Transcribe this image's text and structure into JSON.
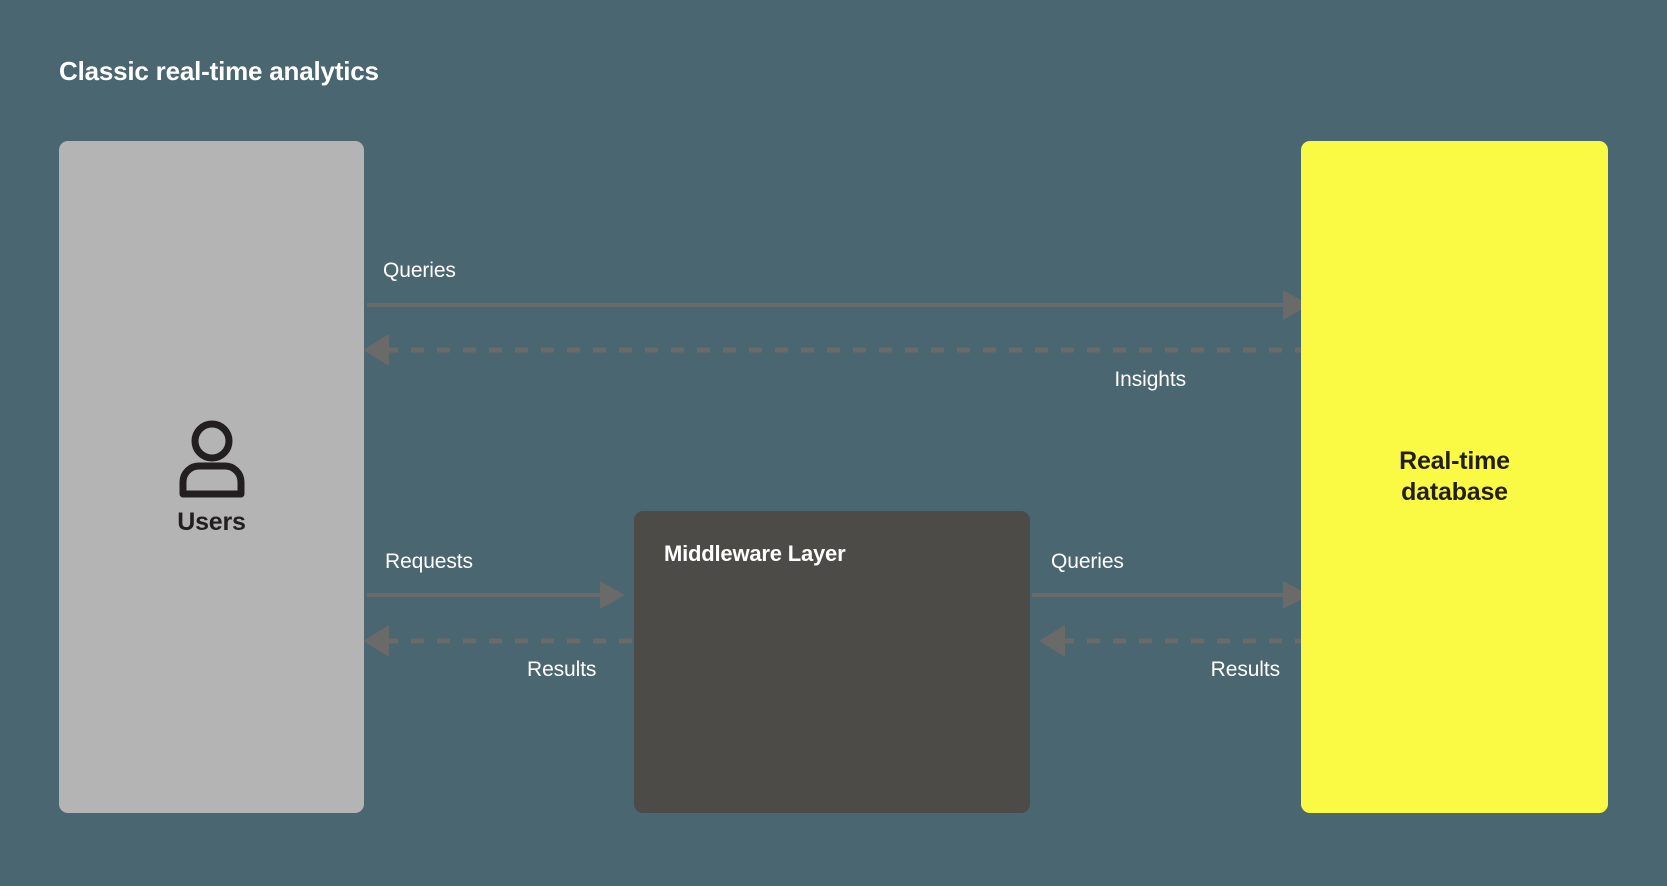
{
  "diagram": {
    "title": "Classic real-time analytics",
    "background_color": "#4a6670",
    "type": "flow-diagram",
    "nodes": [
      {
        "id": "users",
        "label": "Users",
        "icon": "user-icon",
        "fill": "#b4b4b4",
        "text_color": "#231f20"
      },
      {
        "id": "middleware",
        "label": "Middleware Layer",
        "fill": "#4d4b48",
        "text_color": "#ffffff"
      },
      {
        "id": "database",
        "label_line1": "Real-time",
        "label_line2": "database",
        "fill": "#faf943",
        "text_color": "#231f20"
      }
    ],
    "edges": [
      {
        "id": "queries-top",
        "label": "Queries",
        "from": "users",
        "to": "database",
        "style": "solid",
        "direction": "right"
      },
      {
        "id": "insights",
        "label": "Insights",
        "from": "database",
        "to": "users",
        "style": "dashed",
        "direction": "left"
      },
      {
        "id": "requests",
        "label": "Requests",
        "from": "users",
        "to": "middleware",
        "style": "solid",
        "direction": "right"
      },
      {
        "id": "results-left",
        "label": "Results",
        "from": "middleware",
        "to": "users",
        "style": "dashed",
        "direction": "left"
      },
      {
        "id": "queries-mid",
        "label": "Queries",
        "from": "middleware",
        "to": "database",
        "style": "solid",
        "direction": "right"
      },
      {
        "id": "results-right",
        "label": "Results",
        "from": "database",
        "to": "middleware",
        "style": "dashed",
        "direction": "left"
      }
    ],
    "edge_color": "#6a6a68"
  }
}
